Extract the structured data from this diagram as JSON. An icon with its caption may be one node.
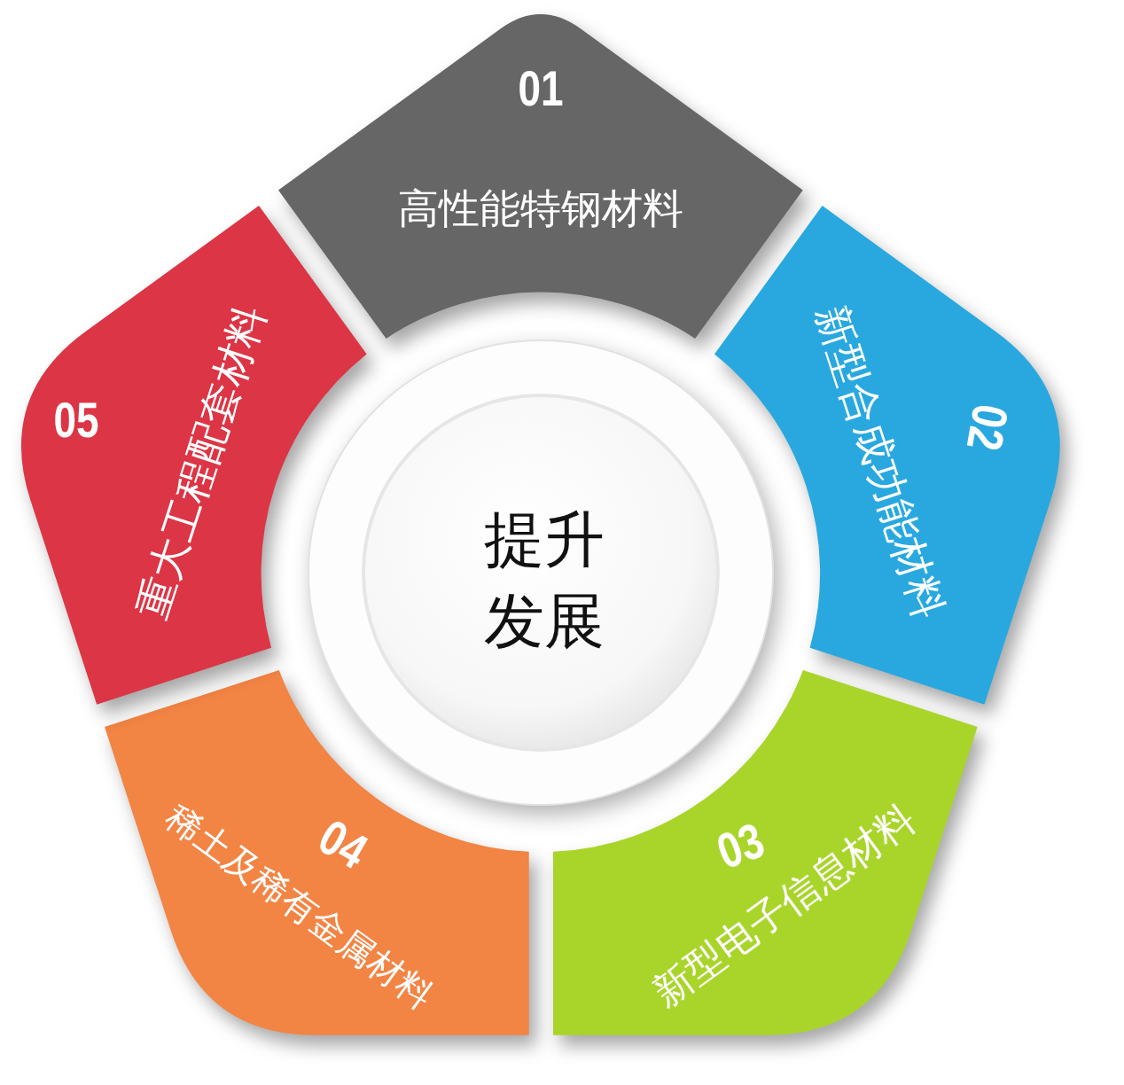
{
  "diagram": {
    "nodes": [
      {
        "text": [
          "01",
          "高性能特钢材料"
        ]
      },
      {
        "text": [
          "02",
          "新型合成功能材料"
        ]
      },
      {
        "text": [
          "03",
          "新型电子信息材料"
        ]
      },
      {
        "text": [
          "04",
          "稀土及稀有金属材料"
        ]
      },
      {
        "text": [
          "05",
          "重大工程配套材料"
        ]
      },
      {
        "text": [
          "提升发展"
        ]
      }
    ]
  }
}
